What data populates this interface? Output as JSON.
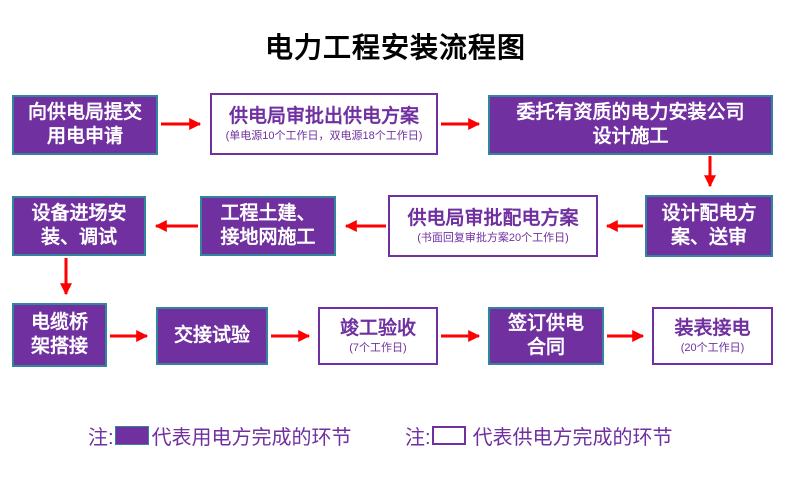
{
  "title": "电力工程安装流程图",
  "boxes": [
    {
      "title": "向供电局提交\n用电申请",
      "owner": "user-side"
    },
    {
      "title": "供电局审批出供电方案",
      "subtitle": "(单电源10个工作日，双电源18个工作日)",
      "owner": "supplier-side"
    },
    {
      "title": "委托有资质的电力安装公司\n设计施工",
      "owner": "user-side"
    },
    {
      "title": "设计配电方\n案、送审",
      "owner": "user-side"
    },
    {
      "title": "供电局审批配电方案",
      "subtitle": "(书面回复审批方案20个工作日)",
      "owner": "supplier-side"
    },
    {
      "title": "工程土建、\n接地网施工",
      "owner": "user-side"
    },
    {
      "title": "设备进场安\n装、调试",
      "owner": "user-side"
    },
    {
      "title": "电缆桥\n架搭接",
      "owner": "user-side"
    },
    {
      "title": "交接试验",
      "owner": "user-side"
    },
    {
      "title": "竣工验收",
      "subtitle": "(7个工作日)",
      "owner": "supplier-side"
    },
    {
      "title": "签订供电\n合同",
      "owner": "user-side"
    },
    {
      "title": "装表接电",
      "subtitle": "(20个工作日)",
      "owner": "supplier-side"
    }
  ],
  "legend": [
    {
      "prefix": "注:",
      "swatch": "filled-purple",
      "label": "代表用电方完成的环节"
    },
    {
      "prefix": "注:",
      "swatch": "white-outline",
      "label": "代表供电方完成的环节"
    }
  ],
  "colors": {
    "purple_fill": "#7030A0",
    "teal_border": "#31859C",
    "outline_border": "#7030A0",
    "arrow_red": "#FF0000",
    "title_black": "#000000",
    "legend_text": "#7030A0"
  }
}
